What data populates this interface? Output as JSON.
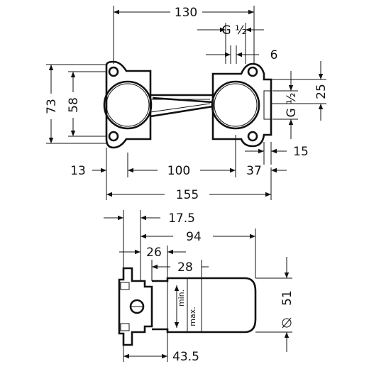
{
  "diagram": {
    "top_view": {
      "width_between_mounts": "130",
      "thread_label": "G ½",
      "gap": "6",
      "height_outer": "73",
      "height_inner": "58",
      "offset_right_vertical": "25",
      "thread_label_right": "G ½",
      "depth_right": "15",
      "left_offset": "13",
      "center_distance": "100",
      "right_offset": "37",
      "overall_width": "155"
    },
    "side_view": {
      "depth_17_5": "17.5",
      "depth_94": "94",
      "depth_26": "26",
      "depth_28": "28",
      "label_min": "min.",
      "label_max": "max.",
      "diameter": "51",
      "depth_43_5": "43.5"
    }
  }
}
